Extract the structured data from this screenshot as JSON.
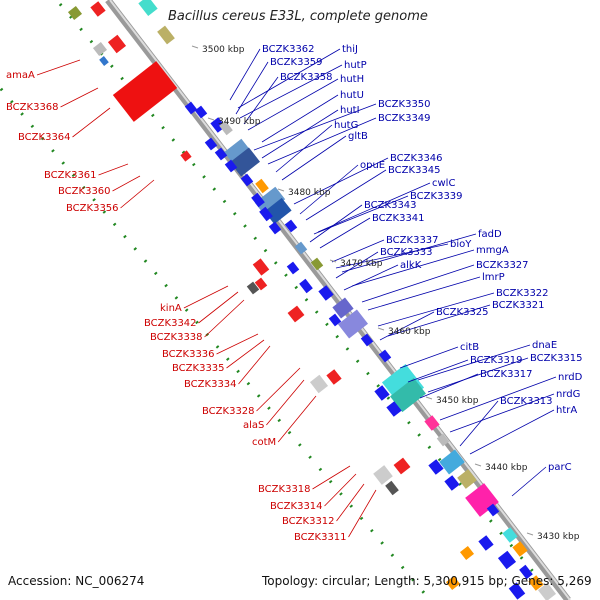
{
  "title": "Bacillus cereus E33L, complete genome",
  "footer": {
    "accession": "Accession: NC_006274",
    "topology": "Topology: circular; Length: 5,300,915 bp; Genes: 5,269"
  },
  "colors": {
    "label_left": "#cc0000",
    "label_right": "#0000aa",
    "tick": "#228822",
    "backbone": "#9a9a9a"
  },
  "scale_labels": [
    "3500 kbp",
    "3490 kbp",
    "3480 kbp",
    "3470 kbp",
    "3460 kbp",
    "3450 kbp",
    "3440 kbp",
    "3430 kbp"
  ],
  "left_labels": [
    "amaA",
    "BCZK3368",
    "BCZK3364",
    "BCZK3361",
    "BCZK3360",
    "BCZK3356",
    "kinA",
    "BCZK3342",
    "BCZK3338",
    "BCZK3336",
    "BCZK3335",
    "BCZK3334",
    "BCZK3328",
    "alaS",
    "cotM",
    "BCZK3318",
    "BCZK3314",
    "BCZK3312",
    "BCZK3311"
  ],
  "right_labels": [
    "BCZK3362",
    "thiJ",
    "BCZK3359",
    "hutP",
    "BCZK3358",
    "hutH",
    "hutU",
    "BCZK3350",
    "hutI",
    "BCZK3349",
    "hutG",
    "gltB",
    "opuE",
    "BCZK3346",
    "BCZK3345",
    "cwlC",
    "BCZK3339",
    "BCZK3343",
    "BCZK3341",
    "BCZK3337",
    "bioY",
    "fadD",
    "BCZK3333",
    "mmgA",
    "alkK",
    "BCZK3327",
    "lmrP",
    "BCZK3322",
    "BCZK3321",
    "BCZK3325",
    "citB",
    "dnaE",
    "BCZK3319",
    "BCZK3315",
    "BCZK3317",
    "nrdD",
    "nrdG",
    "BCZK3313",
    "htrA",
    "parC"
  ]
}
